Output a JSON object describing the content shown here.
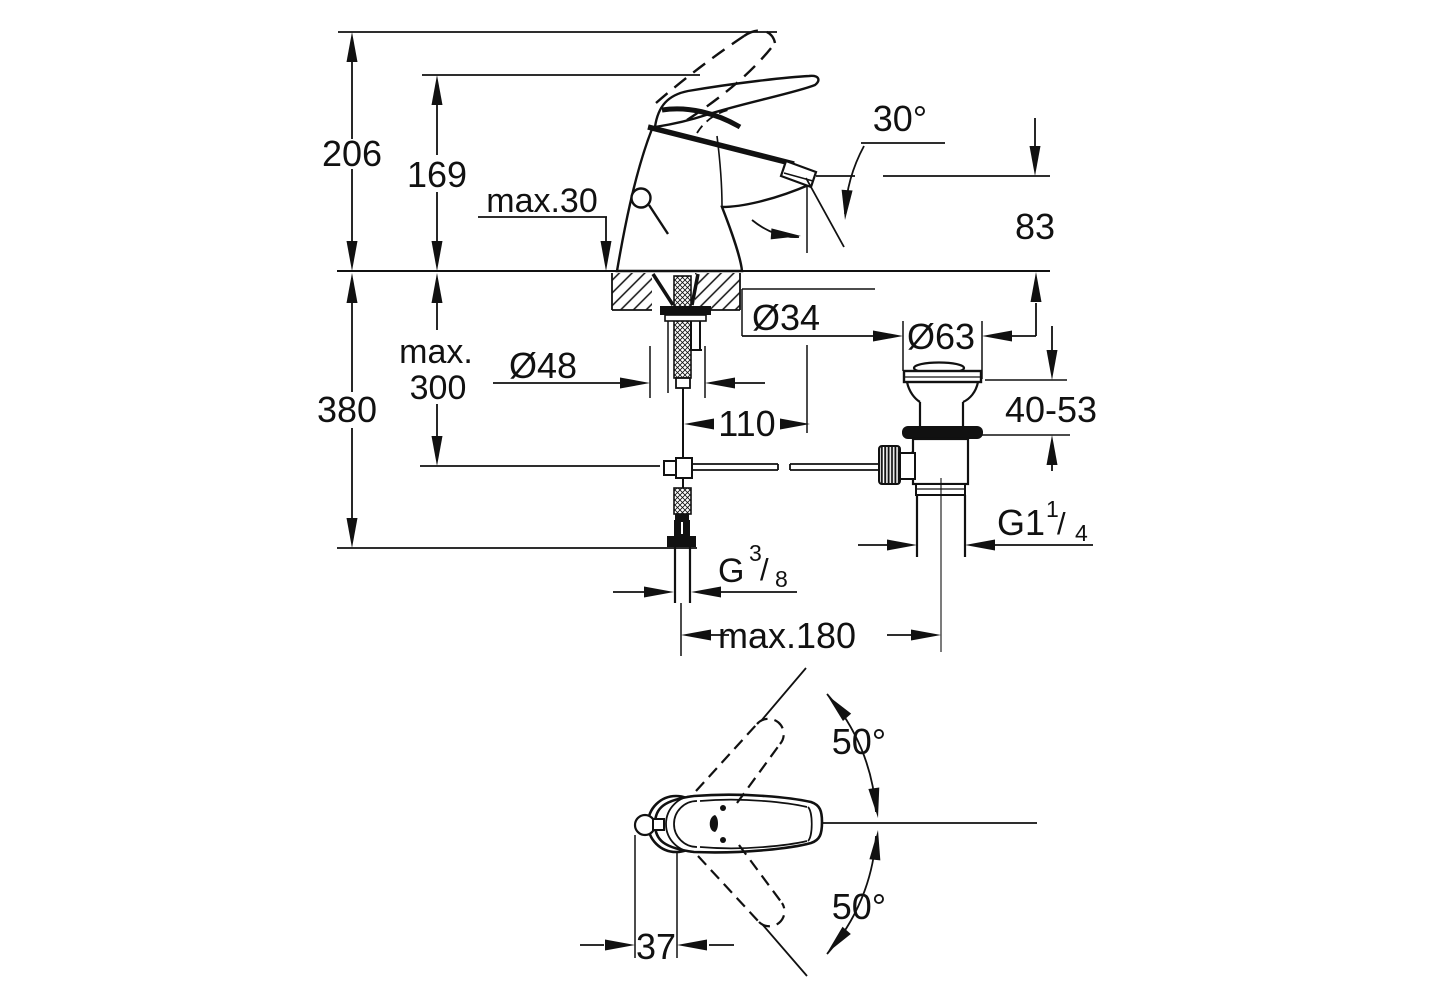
{
  "drawing": {
    "background": "#ffffff",
    "ink": "#111111"
  },
  "labels": {
    "overall_height": "206",
    "body_height": "169",
    "deck_thickness": "max.30",
    "below_deck_depth": "380",
    "hose_max_line1": "max.",
    "hose_max_line2": "300",
    "base_diameter": "Ø48",
    "shank_diameter": "Ø34",
    "spout_reach": "110",
    "spout_height": "83",
    "spout_angle": "30°",
    "waste_flange_diameter": "Ø63",
    "waste_mount_range": "40-53",
    "waste_thread_base": "G1",
    "waste_thread_sup": "1",
    "waste_thread_slash": "/",
    "waste_thread_sub": "4",
    "supply_thread_base": "G",
    "supply_thread_sup": "3",
    "supply_thread_slash": "/",
    "supply_thread_sub": "8",
    "hose_spread": "max.180",
    "handle_pivot_offset": "37",
    "swivel_angle_up": "50°",
    "swivel_angle_down": "50°"
  }
}
